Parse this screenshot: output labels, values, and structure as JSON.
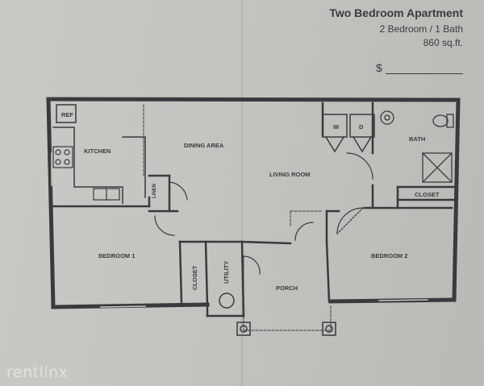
{
  "header": {
    "title": "Two Bedroom Apartment",
    "subtitle": "2 Bedroom / 1 Bath",
    "sqft": "860 sq.ft.",
    "price_label": "$"
  },
  "rooms": {
    "ref": "REF",
    "kitchen": "KITCHEN",
    "dining": "DINING AREA",
    "living": "LIVING ROOM",
    "bath": "BATH",
    "closet_bath": "CLOSET",
    "bedroom1": "BEDROOM 1",
    "bedroom2": "BEDROOM 2",
    "closet_bed1": "CLOSET",
    "utility": "UTILITY",
    "porch": "PORCH",
    "linen": "LINEN",
    "washer": "W",
    "dryer": "D"
  },
  "watermark": "rentlinx",
  "colors": {
    "wall": "#3a3a3d",
    "paper": "#c6c6c3"
  }
}
